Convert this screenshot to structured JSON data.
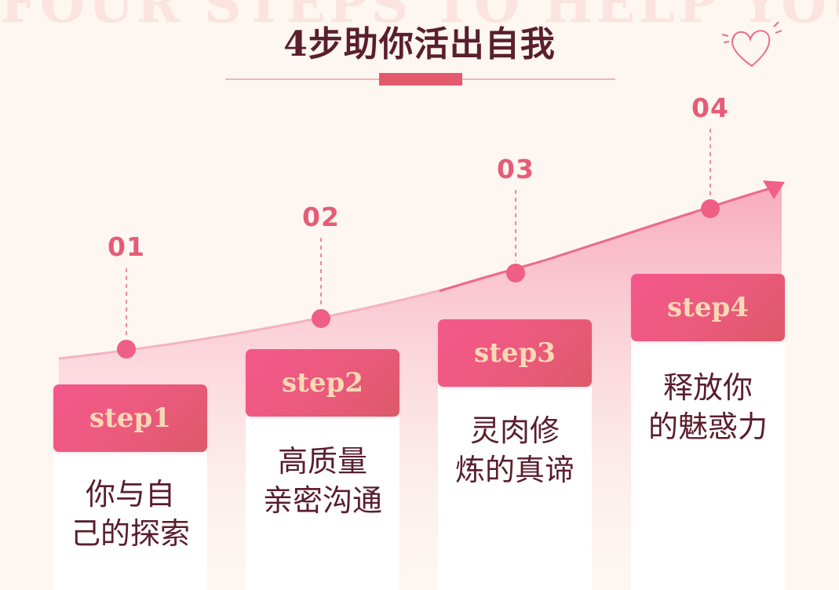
{
  "header": {
    "watermark": "FOUR STEPS TO HELP YOU",
    "title": "4步助你活出自我"
  },
  "colors": {
    "accent": "#e55c76",
    "badge_text": "#fbd9b4",
    "title": "#5a1e2c",
    "background": "#fdf6f1"
  },
  "steps": [
    {
      "number": "01",
      "label": "step1",
      "lines": [
        "你与自",
        "己的探索"
      ]
    },
    {
      "number": "02",
      "label": "step2",
      "lines": [
        "高质量",
        "亲密沟通"
      ]
    },
    {
      "number": "03",
      "label": "step3",
      "lines": [
        "灵肉修",
        "炼的真谛"
      ]
    },
    {
      "number": "04",
      "label": "step4",
      "lines": [
        "释放你",
        "的魅惑力"
      ]
    }
  ]
}
